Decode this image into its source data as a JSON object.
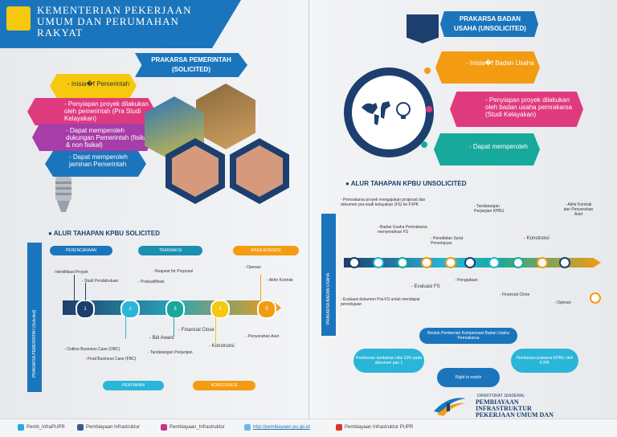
{
  "header": {
    "ministry_title": "KEMENTERIAN PEKERJAAN UMUM DAN PERUMAHAN RAKYAT"
  },
  "solicited": {
    "ribbon": "PRAKARSA PEMERINTAH (SOLICITED)",
    "items": [
      "- Inisia�f Pemerintah",
      "- Penyiapan proyek dilakukan oleh pemerintah (Pra Studi Kelayakan)",
      "- Dapat memperoleh dukungan Pemerintah (fisikal & non fisikal)",
      "- Dapat memperoleh jaminan Pemerintah"
    ],
    "section_title": "ALUR TAHAPAN KPBU SOLICITED",
    "side_label": "PRAKARSA PEMERINTAH (Solicited)",
    "phases": [
      "PERENCANAAN",
      "TRANSAKSI",
      "MASA KONSESI"
    ],
    "bottom_phases": [
      "PENYIAPAN",
      "KONSTRUKSI"
    ],
    "steps": [
      "1",
      "2",
      "3",
      "4",
      "5"
    ],
    "top_labels": [
      "- Identifikasi Proyek",
      "- Studi Pendahuluan",
      "- Request for Proposal",
      "- Prakualifikasi",
      "- Operasi",
      "- Akhir Kontrak"
    ],
    "bottom_labels": [
      "- Outline Business Case (OBC)",
      "- Final Business Case (FBC)",
      "- Bid Award",
      "- Tandatangan Perjanjian",
      "- Financial Close",
      "- Konstruksi",
      "- Penyerahan Aset"
    ]
  },
  "unsolicited": {
    "ribbon": "PRAKARSA BADAN USAHA (UNSOLICITED)",
    "items": [
      "- Inisia�f Badan Usaha",
      "- Penyiapan proyek dilakukan oleh badan usaha pemrakarsa (Studi Kelayakan)",
      "- Dapat memperoleh"
    ],
    "section_title": "ALUR TAHAPAN KPBU UNSOLICITED",
    "side_label": "PRAKARSA BADAN USAHA",
    "top_labels": [
      "- Pemrakarsa proyek mengajukan proposal dan dokumen pra-studi kelayakan (FS) ke PJPK",
      "- Badan Usaha Pemrakarsa menyerahkan FS",
      "- Penetbitan Surat Persetujuan",
      "- Tandatangan Perjanjian KPBU",
      "- Konstruksi",
      "- Akhir Kontrak dan Penyerahan Aset"
    ],
    "bottom_labels": [
      "- Evaluasi dokumen Pra-FS untuk mendapat persetujuan",
      "- Evaluasi FS",
      "- Pengadaan",
      "- Financial Close",
      "- Operasi"
    ],
    "compensation": {
      "title": "Bentuk Pemberian Kompensasi Badan Usaha Pemrakarsa",
      "options": [
        "Pemberian tambahan nilai 10% pada dokumen pan 1",
        "Pemberian prakarsa KPBU oleh PJPK",
        "Right to match"
      ]
    }
  },
  "directorate": {
    "label": "DIREKTORAT JENDERAL",
    "name": "PEMBIAYAAN INFRASTRUKTUR PEKERJAAN UMUM DAN PERUMAHAN"
  },
  "footer": {
    "twitter": "Pemb_InfraPUPR",
    "facebook": "Pembiayaan Infrastruktur",
    "instagram": "Pembiayaan_Infrastruktur",
    "web": "http://pembiayaan.pu.go.id",
    "youtube": "Pembiayaan Infrastruktur PUPR"
  },
  "colors": {
    "blue": "#1b75bc",
    "navy": "#1d3f6e",
    "yellow": "#f6c90e",
    "pink": "#e03a7e",
    "orange": "#f39c12",
    "teal": "#17a99b",
    "cyan": "#29b6d8"
  }
}
